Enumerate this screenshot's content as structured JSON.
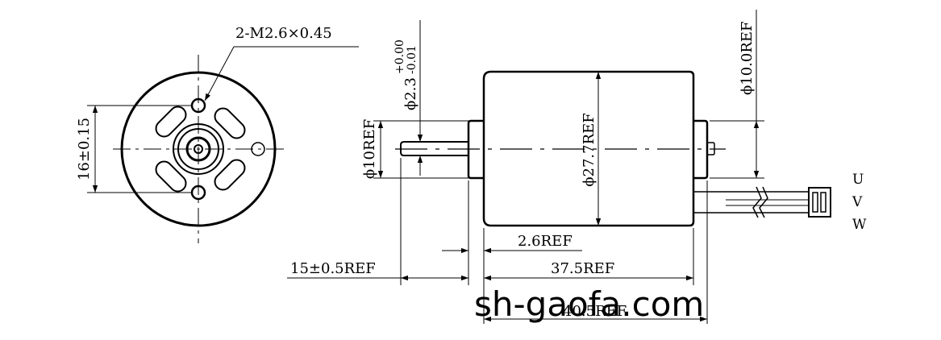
{
  "front_view": {
    "thread_spec": "2-M2.6×0.45",
    "hole_spacing": "16±0.15"
  },
  "side_view": {
    "shaft_diameter": "ϕ2.3",
    "shaft_tol_upper": "+0.00",
    "shaft_tol_lower": "-0.01",
    "boss_diameter": "ϕ10REF",
    "body_diameter": "ϕ27.7REF",
    "rear_boss_diameter": "ϕ10.0REF",
    "boss_length": "2.6REF",
    "shaft_length": "15±0.5REF",
    "body_length": "37.5REF",
    "overall_length": "40.5REF"
  },
  "wires": [
    "U",
    "V",
    "W"
  ],
  "watermark": "sh-gaofa.com"
}
